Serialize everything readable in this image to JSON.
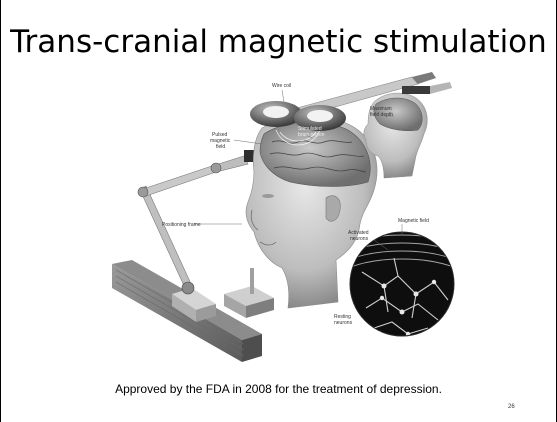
{
  "slide": {
    "title": "Trans-cranial magnetic stimulation",
    "caption": "Approved by the FDA in 2008 for the treatment of depression.",
    "page_number": "26"
  },
  "illustration": {
    "labels": {
      "wire_coil": "Wire coil",
      "maximum_field_depth": "Maximum field depth",
      "pulsed_magnetic_field": "Pulsed magnetic field",
      "stimulated_brain_region": "Stimulated brain region",
      "positioning_frame": "Positioning frame",
      "magnetic_field": "Magnetic field",
      "activated_neurons": "Activated neurons",
      "resting_neurons": "Resting neurons"
    }
  },
  "colors": {
    "background": "#ffffff",
    "text": "#000000",
    "border": "#000000"
  }
}
